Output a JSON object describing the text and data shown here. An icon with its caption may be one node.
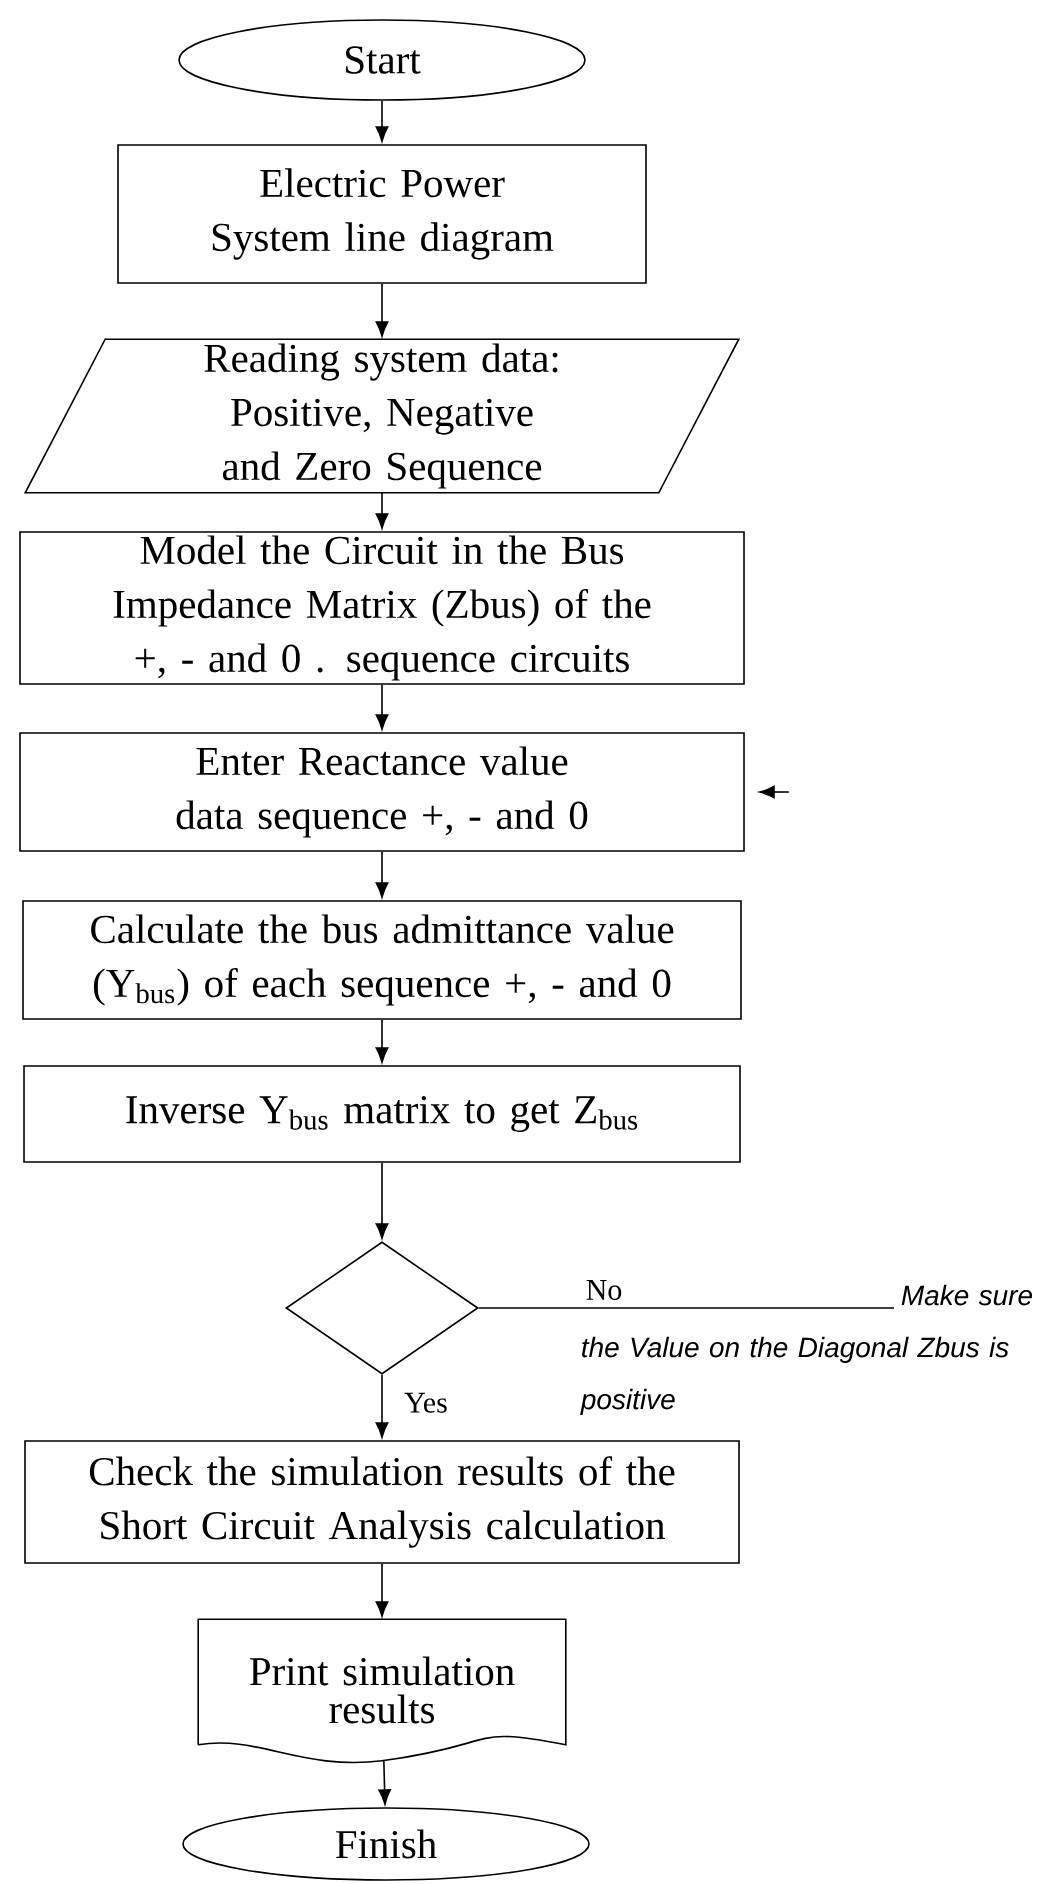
{
  "diagram": {
    "nodes": [
      {
        "text": [
          "Start"
        ]
      },
      {
        "text": [
          "Electric Power System line diagram"
        ]
      },
      {
        "text": [
          "Reading system data: Positive, Negative and Zero Sequence"
        ]
      },
      {
        "text": [
          "Model the Circuit in the Bus Impedance Matrix (Zbus) of the +, - and 0 . sequence circuits"
        ]
      },
      {
        "text": [
          "Enter Reactance value data sequence +, - and 0"
        ]
      },
      {
        "text": [
          "Calculate the bus admittance value (Y$_{bus}$) of each sequence +, - and 0"
        ]
      },
      {
        "text": [
          "Inverse Y$_{bus}$ matrix to get Z$_{bus}$"
        ]
      },
      {
        "text": [],
        "shape": "diamond"
      },
      {
        "text": [
          "Check the simulation results of the Short Circuit Analysis calculation"
        ]
      },
      {
        "text": [
          "Print simulation results"
        ]
      },
      {
        "text": [
          "Finish"
        ]
      },
      {
        "text": [
          "Make sure the Value on the Diagonal Zbus is positive"
        ]
      }
    ],
    "edges": [
      {
        "from": 0,
        "to": 1,
        "arrow": "to"
      },
      {
        "from": 1,
        "to": 2,
        "arrow": "to"
      },
      {
        "from": 2,
        "to": 3,
        "arrow": "to"
      },
      {
        "from": 3,
        "to": 4,
        "arrow": "to"
      },
      {
        "from": 4,
        "to": 5,
        "arrow": "to"
      },
      {
        "from": 5,
        "to": 6,
        "arrow": "to"
      },
      {
        "from": 6,
        "to": 7,
        "arrow": "to"
      },
      {
        "from": 7,
        "to": 8,
        "arrow": "to",
        "label": "Yes"
      },
      {
        "from": 8,
        "to": 9,
        "arrow": "to"
      },
      {
        "from": 9,
        "to": 10,
        "arrow": "to"
      },
      {
        "from": 7,
        "to": 11,
        "arrow": "none",
        "label": "No"
      },
      {
        "from": null,
        "to": 4,
        "arrow": "to"
      }
    ]
  }
}
